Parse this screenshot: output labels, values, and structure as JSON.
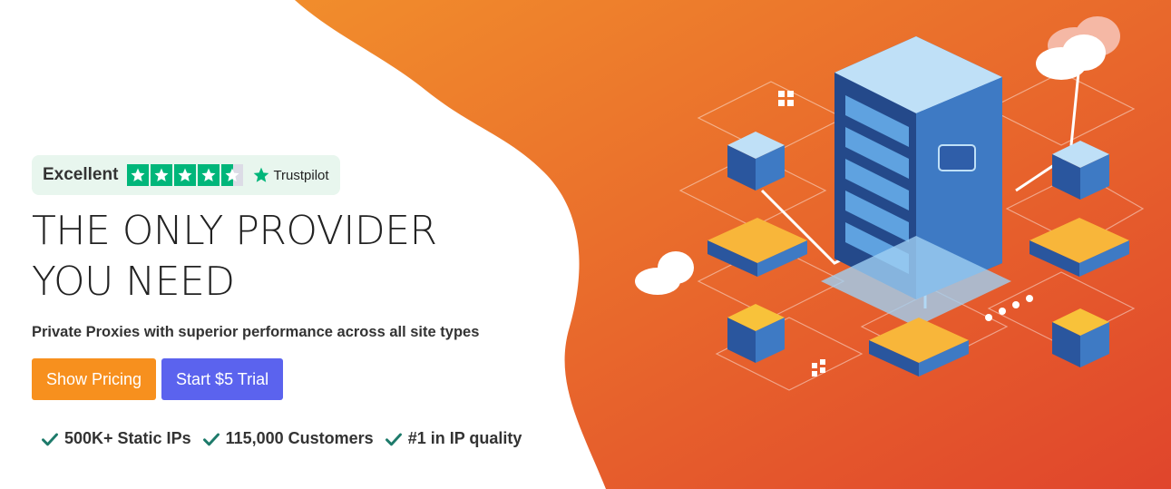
{
  "trustpilot": {
    "rating_label": "Excellent",
    "stars": 4.5,
    "brand": "Trustpilot"
  },
  "hero": {
    "title_line1": "THE ONLY PROVIDER",
    "title_line2": "YOU NEED",
    "subtitle": "Private Proxies with superior performance across all site types"
  },
  "buttons": {
    "pricing": "Show Pricing",
    "trial": "Start $5 Trial"
  },
  "features": [
    {
      "label": "500K+ Static IPs"
    },
    {
      "label": "115,000 Customers"
    },
    {
      "label": "#1 in IP quality"
    }
  ],
  "colors": {
    "trust_green": "#00b67a",
    "pricing_orange": "#f7901e",
    "trial_purple": "#5b63ee",
    "check_teal": "#1d7a6a",
    "blob_start": "#f08a2a",
    "blob_end": "#e04a2e"
  },
  "icons": [
    "star-icon",
    "trustpilot-star-icon",
    "check-icon",
    "server-icon",
    "cloud-icon"
  ]
}
